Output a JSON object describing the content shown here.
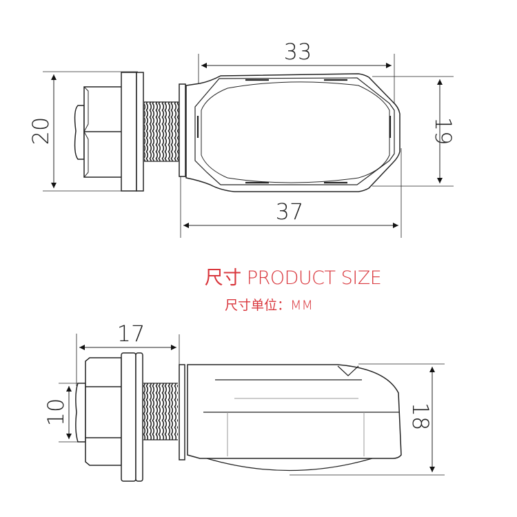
{
  "title": {
    "main": "尺寸 PRODUCT SIZE",
    "unit": "尺寸单位：MM",
    "color": "#d9363c"
  },
  "top_view": {
    "dimensions": {
      "lens_length": "33",
      "total_length": "37",
      "nut_height": "20",
      "lens_height": "19"
    }
  },
  "side_view": {
    "dimensions": {
      "thread_length": "17",
      "thread_diameter": "10",
      "body_height": "18"
    }
  }
}
